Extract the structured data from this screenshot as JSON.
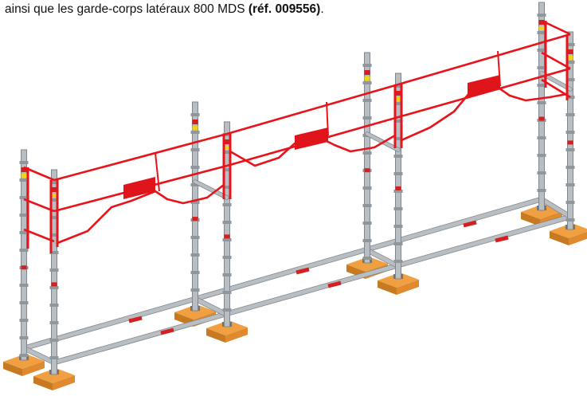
{
  "caption": {
    "text_before": "ainsi que les garde-corps latéraux 800 MDS ",
    "ref_bold": "(réf. 009556)",
    "text_after": "."
  },
  "illustration": {
    "subject": "scaffold-guardrail-assembly",
    "colors": {
      "guardrail": "#e8141b",
      "toe_panel": "#e0141b",
      "upright_steel": "#b9bec3",
      "upright_shadow": "#7e858c",
      "base_plank": "#f0a040",
      "base_plank_dark": "#c77a22",
      "marker_red": "#d42020",
      "marker_yellow": "#f2d21a"
    }
  }
}
